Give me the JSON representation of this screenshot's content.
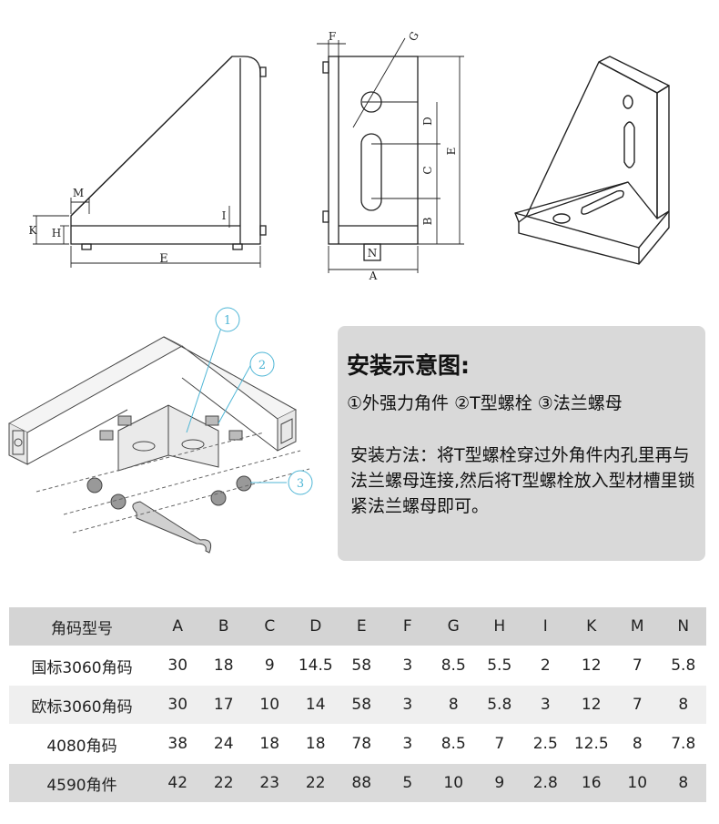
{
  "drawing_labels": {
    "side": {
      "M": "M",
      "K": "K",
      "H": "H",
      "I": "I",
      "E": "E"
    },
    "front": {
      "F": "F",
      "G": "G",
      "D": "D",
      "C": "C",
      "E": "E",
      "B": "B",
      "N": "N",
      "A": "A"
    }
  },
  "assembly_callouts": [
    "1",
    "2",
    "3"
  ],
  "info": {
    "title": "安装示意图:",
    "parts": "①外强力角件 ②T型螺栓 ③法兰螺母",
    "method": "安装方法：将T型螺栓穿过外角件内孔里再与法兰螺母连接,然后将T型螺栓放入型材槽里锁紧法兰螺母即可。"
  },
  "table": {
    "headers": [
      "角码型号",
      "A",
      "B",
      "C",
      "D",
      "E",
      "F",
      "G",
      "H",
      "I",
      "K",
      "M",
      "N"
    ],
    "rows": [
      [
        "国标3060角码",
        "30",
        "18",
        "9",
        "14.5",
        "58",
        "3",
        "8.5",
        "5.5",
        "2",
        "12",
        "7",
        "5.8"
      ],
      [
        "欧标3060角码",
        "30",
        "17",
        "10",
        "14",
        "58",
        "3",
        "8",
        "5.8",
        "3",
        "12",
        "7",
        "8"
      ],
      [
        "4080角码",
        "38",
        "24",
        "18",
        "18",
        "78",
        "3",
        "8.5",
        "7",
        "2.5",
        "12.5",
        "8",
        "7.8"
      ],
      [
        "4590角件",
        "42",
        "22",
        "23",
        "22",
        "88",
        "5",
        "10",
        "9",
        "2.8",
        "16",
        "10",
        "8"
      ]
    ]
  }
}
